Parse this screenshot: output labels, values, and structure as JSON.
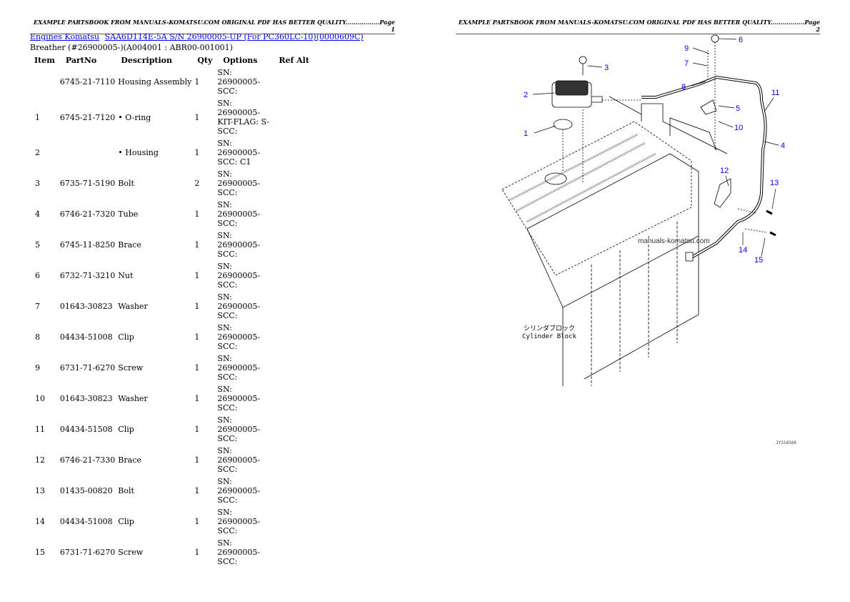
{
  "page1_header": "EXAMPLE PARTSBOOK FROM MANUALS-KOMATSU.COM ORIGINAL PDF HAS BETTER QUALITY.................Page 1",
  "page2_header": "EXAMPLE PARTSBOOK FROM MANUALS-KOMATSU.COM ORIGINAL PDF HAS BETTER QUALITY.................Page 2",
  "breadcrumb": [
    "Engines Komatsu",
    "SAA6D114E-5A S/N 26900005-UP (For PC360LC-10)(0000609C)"
  ],
  "subtitle": "Breather (#26900005-)(A004001 : ABR00-001001)",
  "columns": [
    "Item",
    "PartNo",
    "Description",
    "Qty",
    "Options",
    "Ref Alt"
  ],
  "rows": [
    {
      "item": "",
      "partno": "6745-21-7110",
      "desc": "Housing Assembly",
      "qty": "1",
      "options": "SN: 26900005- SCC:"
    },
    {
      "item": "1",
      "partno": "6745-21-7120",
      "desc": "• O-ring",
      "qty": "1",
      "options": "SN: 26900005- KIT-FLAG: S- SCC:"
    },
    {
      "item": "2",
      "partno": "",
      "desc": "• Housing",
      "qty": "1",
      "options": "SN: 26900005- SCC: C1"
    },
    {
      "item": "3",
      "partno": "6735-71-5190",
      "desc": "Bolt",
      "qty": "2",
      "options": "SN: 26900005- SCC:"
    },
    {
      "item": "4",
      "partno": "6746-21-7320",
      "desc": "Tube",
      "qty": "1",
      "options": "SN: 26900005- SCC:"
    },
    {
      "item": "5",
      "partno": "6745-11-8250",
      "desc": "Brace",
      "qty": "1",
      "options": "SN: 26900005- SCC:"
    },
    {
      "item": "6",
      "partno": "6732-71-3210",
      "desc": "Nut",
      "qty": "1",
      "options": "SN: 26900005- SCC:"
    },
    {
      "item": "7",
      "partno": "01643-30823",
      "desc": "Washer",
      "qty": "1",
      "options": "SN: 26900005- SCC:"
    },
    {
      "item": "8",
      "partno": "04434-51008",
      "desc": "Clip",
      "qty": "1",
      "options": "SN: 26900005- SCC:"
    },
    {
      "item": "9",
      "partno": "6731-71-6270",
      "desc": "Screw",
      "qty": "1",
      "options": "SN: 26900005- SCC:"
    },
    {
      "item": "10",
      "partno": "01643-30823",
      "desc": "Washer",
      "qty": "1",
      "options": "SN: 26900005- SCC:"
    },
    {
      "item": "11",
      "partno": "04434-51508",
      "desc": "Clip",
      "qty": "1",
      "options": "SN: 26900005- SCC:"
    },
    {
      "item": "12",
      "partno": "6746-21-7330",
      "desc": "Brace",
      "qty": "1",
      "options": "SN: 26900005- SCC:"
    },
    {
      "item": "13",
      "partno": "01435-00820",
      "desc": "Bolt",
      "qty": "1",
      "options": "SN: 26900005- SCC:"
    },
    {
      "item": "14",
      "partno": "04434-51008",
      "desc": "Clip",
      "qty": "1",
      "options": "SN: 26900005- SCC:"
    },
    {
      "item": "15",
      "partno": "6731-71-6270",
      "desc": "Screw",
      "qty": "1",
      "options": "SN: 26900005- SCC:"
    }
  ],
  "diagram": {
    "callouts": [
      "1",
      "2",
      "3",
      "4",
      "5",
      "6",
      "7",
      "8",
      "9",
      "10",
      "11",
      "12",
      "13",
      "14",
      "15"
    ],
    "label_jp": "シリンダブロック",
    "label_en": "Cylinder Block",
    "watermark": "manuals-komatsu.com",
    "drawing_code": "JY316588",
    "callout_color": "#0000ee"
  }
}
